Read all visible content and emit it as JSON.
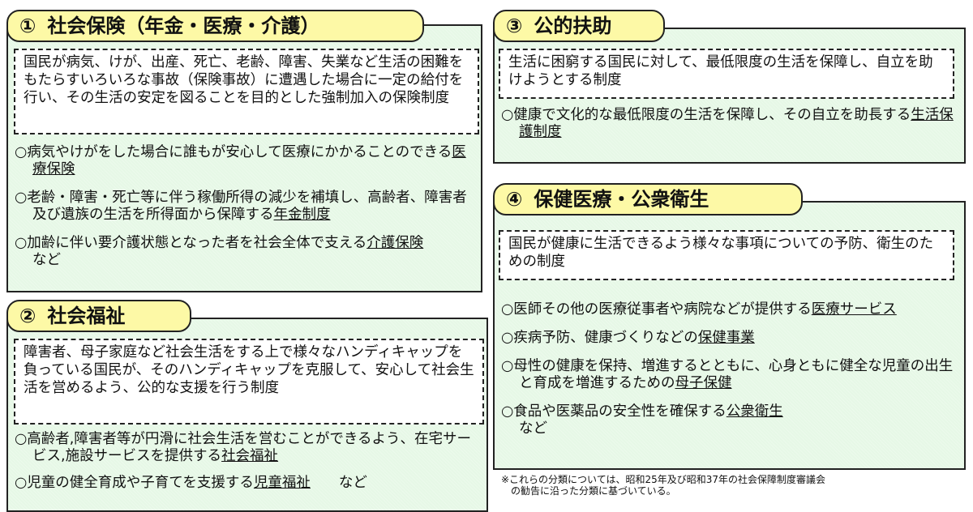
{
  "sections": [
    {
      "number": "①",
      "title": "社会保険（年金・医療・介護）",
      "definition": "国民が病気、けが、出産、死亡、老齢、障害、失業など生活の困難をもたらすいろいろな事故（保険事故）に遭遇した場合に一定の給付を行い、その生活の安定を図ることを目的とした強制加入の保険制度",
      "items": [
        {
          "text": "○病気やけがをした場合に誰もが安心して医療にかかることのできる",
          "link": "医療保険",
          "suffix": ""
        },
        {
          "text": "○老齢・障害・死亡等に伴う稼働所得の減少を補填し、高齢者、障害者及び遺族の生活を所得面から保障する",
          "link": "年金制度",
          "suffix": ""
        },
        {
          "text": "○加齢に伴い要介護状態となった者を社会全体で支える",
          "link": "介護保険",
          "suffix": "　　　　　　など"
        }
      ]
    },
    {
      "number": "②",
      "title": "社会福祉",
      "definition": "障害者、母子家庭など社会生活をする上で様々なハンディキャップを負っている国民が、そのハンディキャップを克服して、安心して社会生活を営めるよう、公的な支援を行う制度",
      "items": [
        {
          "text": "○高齢者,障害者等が円滑に社会生活を営むことができるよう、在宅サービス,施設サービスを提供する",
          "link": "社会福祉",
          "suffix": ""
        },
        {
          "text": "○児童の健全育成や子育てを支援する",
          "link": "児童福祉",
          "suffix": "　　など"
        }
      ]
    },
    {
      "number": "③",
      "title": "公的扶助",
      "definition": "生活に困窮する国民に対して、最低限度の生活を保障し、自立を助けようとする制度",
      "items": [
        {
          "text": "○健康で文化的な最低限度の生活を保障し、その自立を助長する",
          "link": "生活保護制度",
          "suffix": ""
        }
      ]
    },
    {
      "number": "④",
      "title": "保健医療・公衆衛生",
      "definition": "国民が健康に生活できるよう様々な事項についての予防、衛生のための制度",
      "items": [
        {
          "text": "○医師その他の医療従事者や病院などが提供する",
          "link": "医療サービス",
          "suffix": ""
        },
        {
          "text": "○疾病予防、健康づくりなどの",
          "link": "保健事業",
          "suffix": ""
        },
        {
          "text": "○母性の健康を保持、増進するとともに、心身ともに健全な児童の出生と育成を増進するための",
          "link": "母子保健",
          "suffix": ""
        },
        {
          "text": "○食品や医薬品の安全性を確保する",
          "link": "公衆衛生",
          "suffix": "など"
        }
      ]
    }
  ],
  "footnote": {
    "line1": "※これらの分類については、昭和25年及び昭和37年の社会保障制度審議会",
    "line2": "　の勧告に沿った分類に基づいている。"
  },
  "colors": {
    "tab_fill": "#fdf9a6",
    "panel_fill": "#e6f8e6",
    "border": "#222222"
  }
}
